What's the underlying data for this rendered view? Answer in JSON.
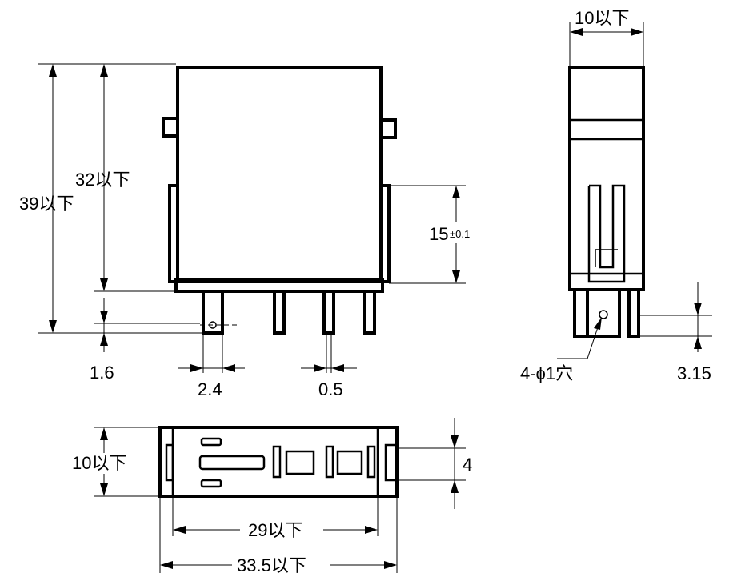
{
  "front_view": {
    "dim_total_height": "39以下",
    "dim_body_height": "32以下",
    "dim_slot_height": "15",
    "dim_slot_tolerance": "±0.1",
    "dim_pin_offset": "1.6",
    "dim_pin_width": "2.4",
    "dim_pin_thickness": "0.5"
  },
  "side_view": {
    "dim_width": "10以下",
    "dim_hole": "4-ϕ1穴",
    "dim_hole_pos": "3.15"
  },
  "bottom_view": {
    "dim_height": "10以下",
    "dim_slot": "4",
    "dim_pin_span": "29以下",
    "dim_length": "33.5以下"
  }
}
